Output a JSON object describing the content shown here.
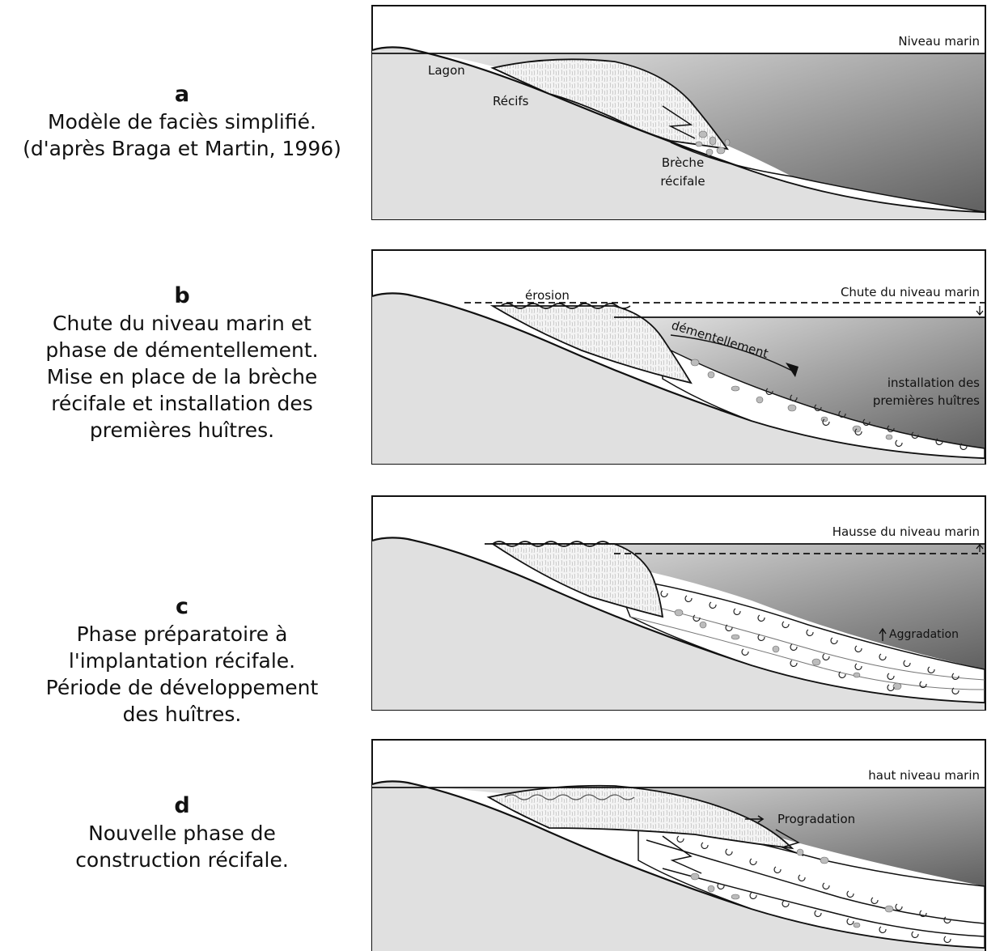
{
  "panels": [
    {
      "letter": "a",
      "caption": [
        "Modèle de faciès simplifié.",
        "(d'après Braga et Martin, 1996)"
      ],
      "labels": {
        "sea_level": "Niveau marin",
        "lagoon": "Lagon",
        "reefs": "Récifs",
        "breccia_1": "Brèche",
        "breccia_2": "récifale"
      }
    },
    {
      "letter": "b",
      "caption": [
        "Chute du niveau marin et",
        "phase de démentellement.",
        "Mise en place de la brèche",
        "récifale et installation des",
        "premières huîtres."
      ],
      "labels": {
        "sea_level": "Chute du niveau marin",
        "erosion": "érosion",
        "dismantling": "démentellement",
        "oysters_1": "installation des",
        "oysters_2": "premières huîtres"
      }
    },
    {
      "letter": "c",
      "caption": [
        "Phase préparatoire à",
        "l'implantation récifale.",
        "Période de développement",
        "des huîtres."
      ],
      "labels": {
        "sea_level": "Hausse du niveau marin",
        "aggradation": "Aggradation"
      }
    },
    {
      "letter": "d",
      "caption": [
        "Nouvelle phase de",
        "construction récifale."
      ],
      "labels": {
        "sea_level": "haut niveau marin",
        "progradation": "Progradation"
      }
    }
  ],
  "colors": {
    "substrate": "#e0e0e0",
    "sea_top": "#e6e6e6",
    "sea_bottom": "#606060",
    "reef": "#f4f4f4",
    "line": "#111111"
  }
}
